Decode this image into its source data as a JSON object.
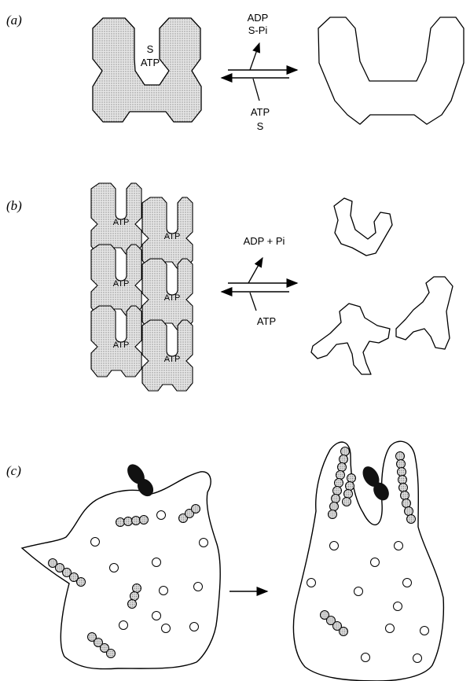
{
  "panels": {
    "a": {
      "label": "(a)",
      "shape_text_1": "S",
      "shape_text_2": "ATP",
      "forward_products_1": "ADP",
      "forward_products_2": "S-Pi",
      "reverse_reactants_1": "ATP",
      "reverse_reactants_2": "S"
    },
    "b": {
      "label": "(b)",
      "subunit_text": "ATP",
      "forward_products": "ADP + Pi",
      "reverse_reactant": "ATP"
    },
    "c": {
      "label": "(c)"
    }
  },
  "colors": {
    "stroke": "#000000",
    "stipple_fill": "#d9d9d9",
    "open_fill": "#ffffff",
    "dark_blob": "#111111"
  }
}
